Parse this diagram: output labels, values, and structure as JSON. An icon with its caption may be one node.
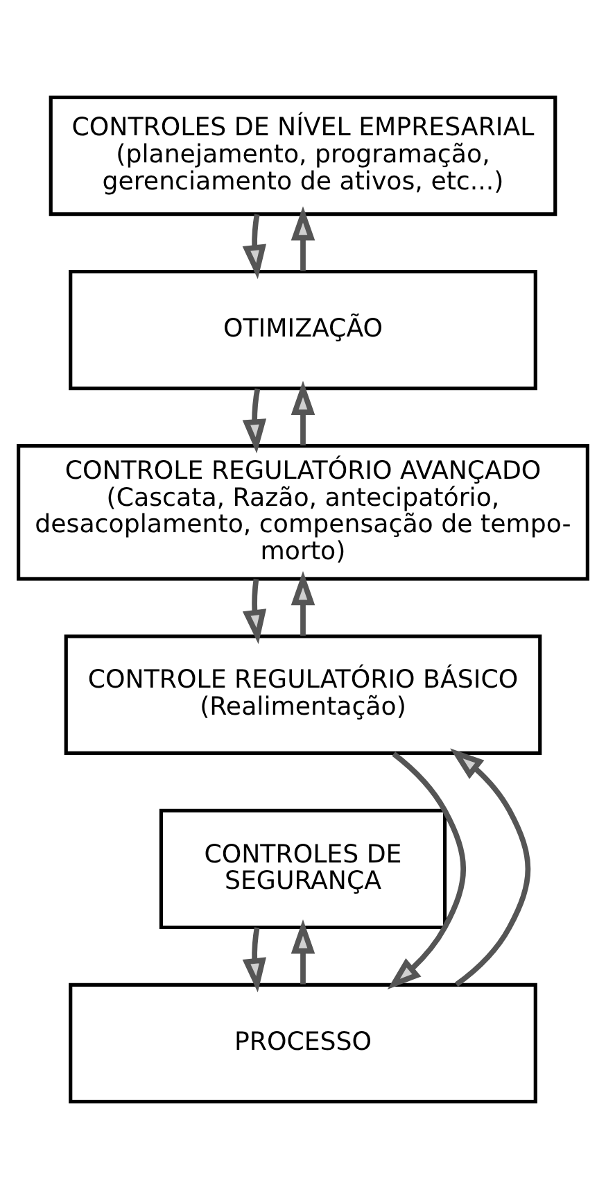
{
  "diagram": {
    "nodes": [
      {
        "text": [
          "CONTROLES DE NÍVEL EMPRESARIAL",
          "(planejamento, programação, gerenciamento de ativos, etc...)"
        ]
      },
      {
        "text": [
          "OTIMIZAÇÃO"
        ]
      },
      {
        "text": [
          "CONTROLE REGULATÓRIO AVANÇADO",
          "(Cascata, Razão, antecipatório, desacoplamento, compensação de tempo-morto)"
        ]
      },
      {
        "text": [
          "CONTROLE REGULATÓRIO BÁSICO",
          "(Realimentação)"
        ]
      },
      {
        "text": [
          "CONTROLES DE SEGURANÇA"
        ]
      },
      {
        "text": [
          "PROCESSO"
        ]
      }
    ],
    "edges": [
      {
        "from": 1,
        "to": 0,
        "arrow": "to"
      },
      {
        "from": 0,
        "to": 1,
        "arrow": "to"
      },
      {
        "from": 2,
        "to": 1,
        "arrow": "to"
      },
      {
        "from": 1,
        "to": 2,
        "arrow": "to"
      },
      {
        "from": 3,
        "to": 2,
        "arrow": "to"
      },
      {
        "from": 2,
        "to": 3,
        "arrow": "to"
      },
      {
        "from": 5,
        "to": 3,
        "arrow": "to"
      },
      {
        "from": 3,
        "to": 5,
        "arrow": "to"
      },
      {
        "from": 5,
        "to": 4,
        "arrow": "to"
      },
      {
        "from": 4,
        "to": 5,
        "arrow": "to"
      }
    ]
  }
}
